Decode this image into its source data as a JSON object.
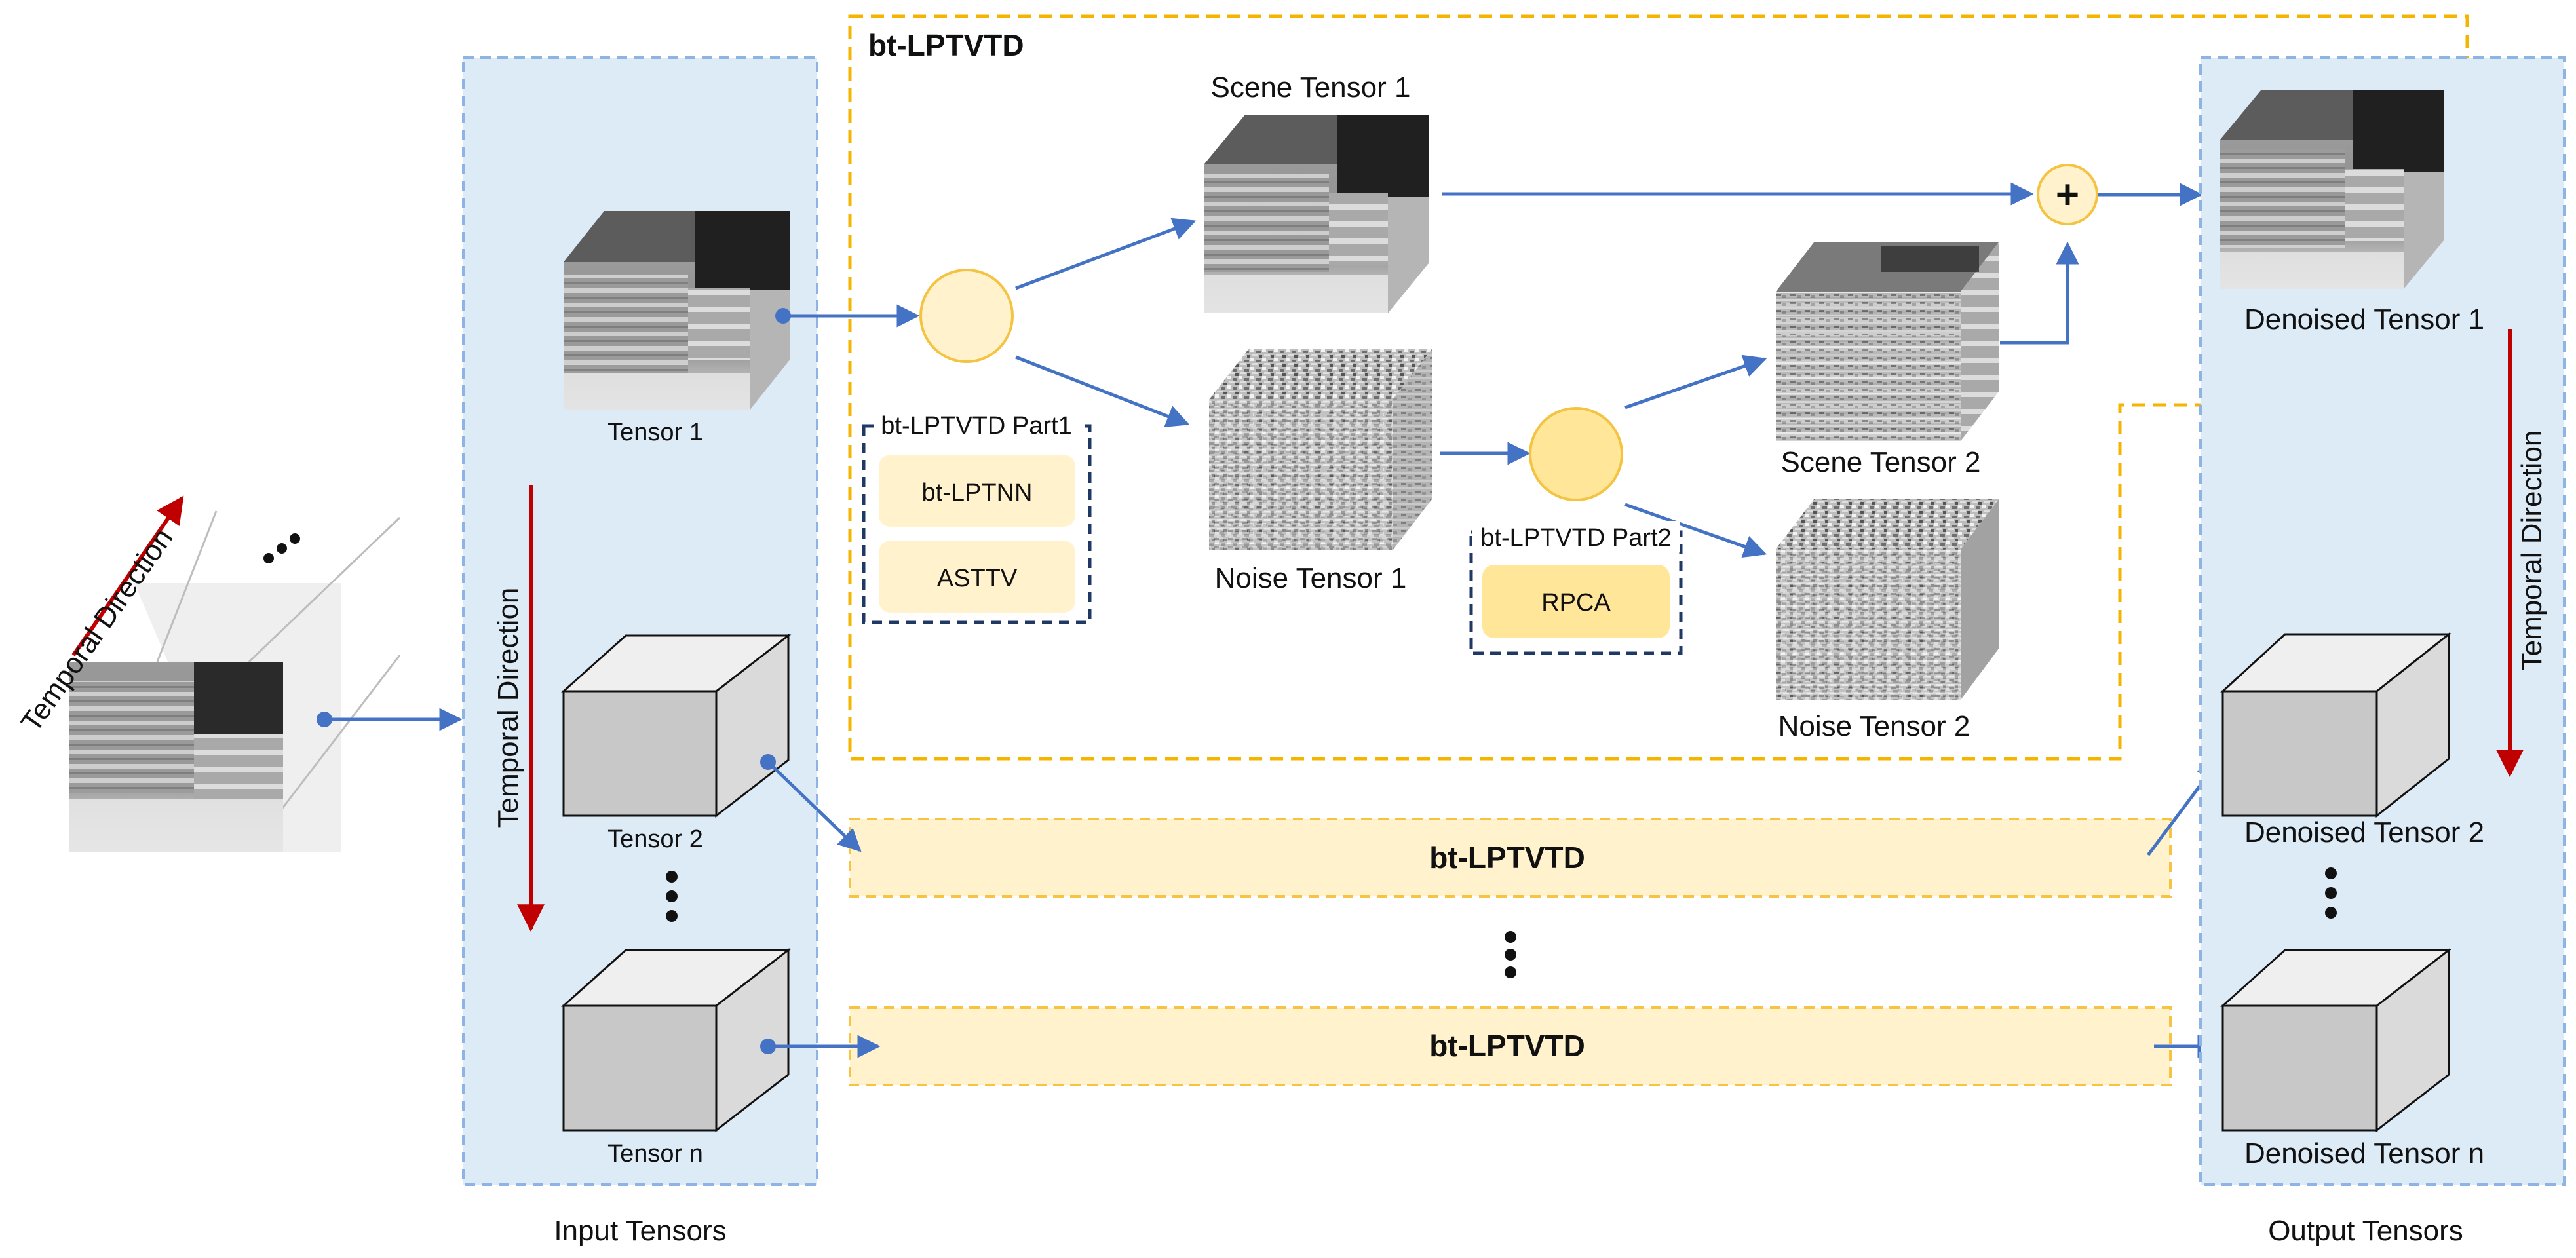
{
  "colors": {
    "arrow": "#4472C4",
    "red_arrow": "#C00000",
    "panel_fill": "#DDEBF7",
    "panel_border": "#8DB4E2",
    "orange_dash": "#F4B400",
    "module_fill": "#FFF2CC",
    "module_border": "#F6C342",
    "pill_fill": "#FFF2CC",
    "rpca_fill": "#FFE699",
    "circle_fill": "#FFF2CC",
    "circle_border": "#F5C342",
    "navy_dash": "#1F3864",
    "cube_front": "#C8C8C8",
    "cube_top": "#EFEFEF",
    "cube_side": "#DADADA"
  },
  "input": {
    "temporal_label": "Temporal Direction"
  },
  "input_panel": {
    "title": "Input Tensors",
    "temporal_label": "Temporal Direction",
    "tensor_1": "Tensor 1",
    "tensor_2": "Tensor 2",
    "tensor_n": "Tensor n"
  },
  "main_module": {
    "title": "bt-LPTVTD",
    "scene_tensor_1": "Scene Tensor 1",
    "noise_tensor_1": "Noise Tensor 1",
    "scene_tensor_2": "Scene Tensor 2",
    "noise_tensor_2": "Noise Tensor 2",
    "part1": {
      "title": "bt-LPTVTD Part1",
      "items": [
        "bt-LPTNN",
        "ASTTV"
      ]
    },
    "part2": {
      "title": "bt-LPTVTD Part2",
      "items": [
        "RPCA"
      ]
    },
    "plus_symbol": "+"
  },
  "sub_modules": [
    "bt-LPTVTD",
    "bt-LPTVTD"
  ],
  "output_panel": {
    "title": "Output Tensors",
    "temporal_label": "Temporal Direction",
    "denoised_1": "Denoised Tensor 1",
    "denoised_2": "Denoised Tensor 2",
    "denoised_n": "Denoised Tensor n"
  }
}
